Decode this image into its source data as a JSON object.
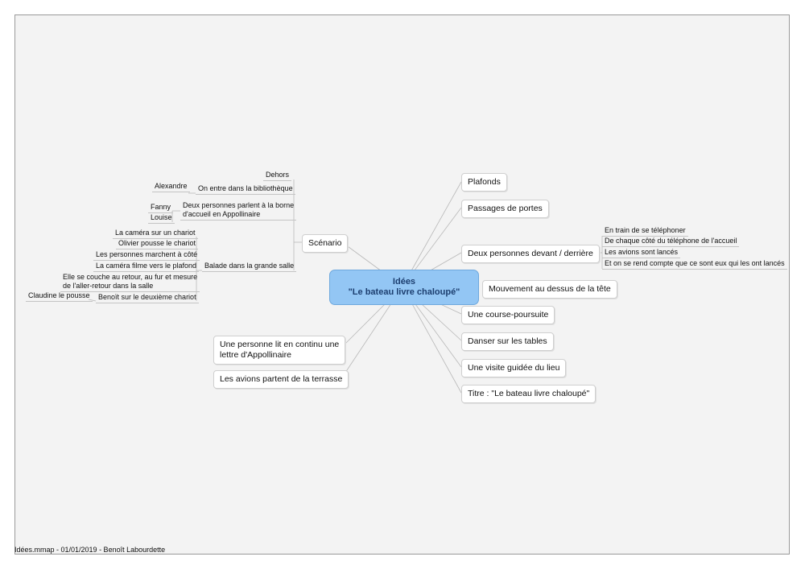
{
  "central": {
    "line1": "Idées",
    "line2": "\"Le bateau livre chaloupé\""
  },
  "right": {
    "plafonds": "Plafonds",
    "passages": "Passages de portes",
    "deux_personnes": "Deux personnes devant / derrière",
    "deux_sub": [
      "En train de se téléphoner",
      "De chaque côté du téléphone de l'accueil",
      "Les avions sont lancés",
      "Et on se rend compte que ce sont eux qui les ont lancés"
    ],
    "mouvement": "Mouvement au dessus de la tête",
    "course": "Une course-poursuite",
    "danser": "Danser sur les tables",
    "visite": "Une visite guidée du lieu",
    "titre": "Titre : \"Le bateau livre chaloupé\""
  },
  "left": {
    "scenario": "Scénario",
    "dehors": "Dehors",
    "bibliotheque": "On entre dans la bibliothèque",
    "alexandre": "Alexandre",
    "deux_borne": [
      "Deux personnes parlent à la borne",
      "d'accueil en Appollinaire"
    ],
    "fanny": "Fanny",
    "louise": "Louise",
    "balade": "Balade dans la grande salle",
    "balade_sub": {
      "camera_chariot": "La caméra sur un chariot",
      "olivier": "Olivier pousse le chariot",
      "personnes_cote": "Les personnes marchent à côté",
      "camera_plafond": "La caméra filme vers le plafond",
      "elle": [
        "Elle se couche au retour, au fur et mesure",
        "de l'aller-retour dans la salle"
      ],
      "benoit": "Benoït sur le deuxième chariot",
      "claudine": "Claudine le pousse"
    },
    "personne_lit": [
      "Une personne lit en continu une",
      "lettre d'Appollinaire"
    ],
    "avions_terrasse": "Les avions partent de la terrasse"
  },
  "footer": "Idées.mmap - 01/01/2019 - Benoît Labourdette"
}
